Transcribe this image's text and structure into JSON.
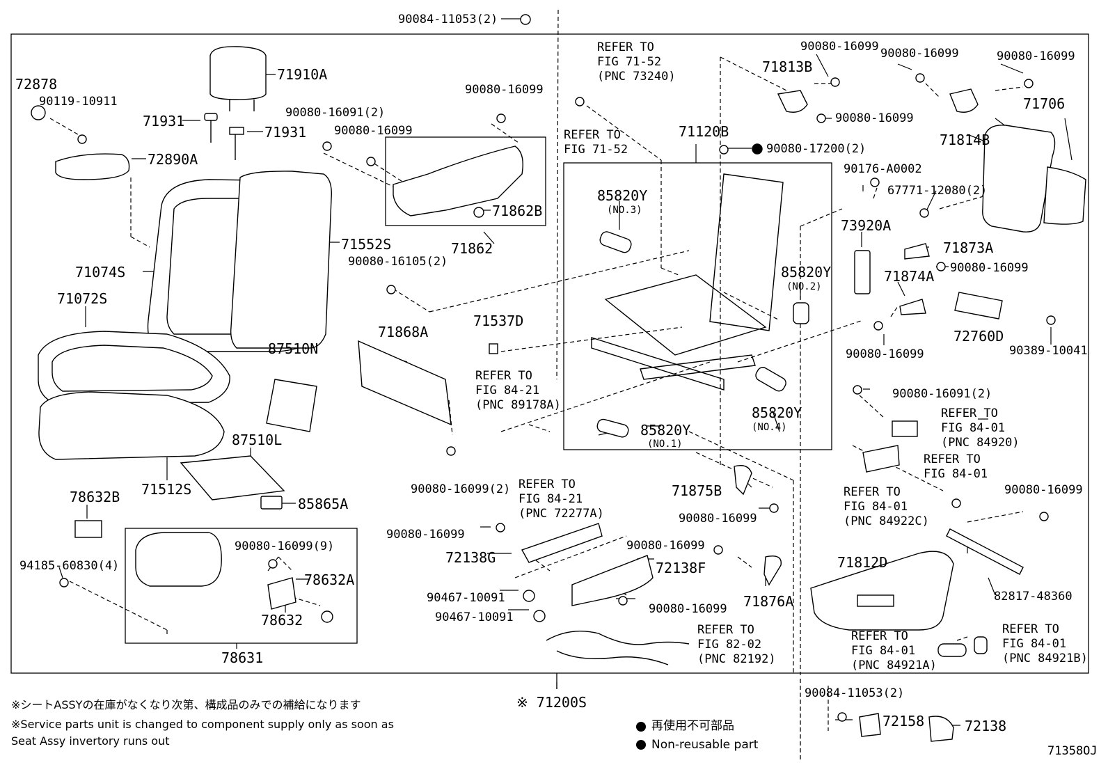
{
  "diagram": {
    "figure_code": "71358OJ",
    "asterisk_part": "※ 71200S",
    "notes": {
      "jp": "※シートASSYの在庫がなくなり次第、構成品のみでの補給になります",
      "en_line1": "※Service parts unit is changed to component supply only as soon as",
      "en_line2": "Seat Assy invertory runs out"
    },
    "legend": {
      "jp": "再使用不可部品",
      "en": "Non-reusable part"
    },
    "labels": {
      "p90084_top": "90084-11053(2)",
      "p72878": "72878",
      "p90119": "90119-10911",
      "p72890A": "72890A",
      "p71910A": "71910A",
      "p71931a": "71931",
      "p71931b": "71931",
      "p90080_16091_2": "90080-16091(2)",
      "p90080_16099_a": "90080-16099",
      "p90080_16099_b": "90080-16099",
      "p71862B": "71862B",
      "p71862": "71862",
      "p71552S": "71552S",
      "p90080_16105": "90080-16105(2)",
      "p71074S": "71074S",
      "p71072S": "71072S",
      "p87510N": "87510N",
      "p71868A": "71868A",
      "p71537D": "71537D",
      "p87510L": "87510L",
      "p71512S": "71512S",
      "p85865A": "85865A",
      "p78632B": "78632B",
      "p94185": "94185-60830(4)",
      "p90080_9": "90080-16099(9)",
      "p78632A": "78632A",
      "p78632": "78632",
      "p78631": "78631",
      "p90080_16099_2": "90080-16099(2)",
      "p90080_16099_c": "90080-16099",
      "p72138G": "72138G",
      "p90467_a": "90467-10091",
      "p90467_b": "90467-10091",
      "p72138F": "72138F",
      "p90080_16099_d": "90080-16099",
      "p90080_16099_e": "90080-16099",
      "p71120B": "71120B",
      "p90080_17200": "90080-17200(2)",
      "p85820Y_1": "85820Y",
      "p85820Y_1n": "(NO.3)",
      "p85820Y_2": "85820Y",
      "p85820Y_2n": "(NO.2)",
      "p85820Y_3": "85820Y",
      "p85820Y_3n": "(NO.1)",
      "p85820Y_4": "85820Y",
      "p85820Y_4n": "(NO.4)",
      "p71875B": "71875B",
      "p90080_16099_f": "90080-16099",
      "p90080_16099_g": "90080-16099",
      "p71876A": "71876A",
      "p71813B": "71813B",
      "p90080_16099_h": "90080-16099",
      "p90080_16099_i": "90080-16099",
      "p90080_16099_j": "90080-16099",
      "p90080_16099_k": "90080-16099",
      "p71814B": "71814B",
      "p71706": "71706",
      "p90176": "90176-A0002",
      "p67771": "67771-12080(2)",
      "p73920A": "73920A",
      "p71873A": "71873A",
      "p90080_16099_l": "90080-16099",
      "p71874A": "71874A",
      "p90080_16099_m": "90080-16099",
      "p72760D": "72760D",
      "p90389": "90389-10041",
      "p90080_16091_2b": "90080-16091(2)",
      "p90080_16099_n": "90080-16099",
      "p71812D": "71812D",
      "p82817": "82817-48360",
      "p90084_bottom": "90084-11053(2)",
      "p72158": "72158",
      "p72138": "72138"
    },
    "refs": {
      "r71_52_73240": "REFER TO\nFIG 71-52\n(PNC 73240)",
      "r71_52": "REFER TO\nFIG 71-52",
      "r84_21_89178A": "REFER TO\nFIG 84-21\n(PNC 89178A)",
      "r84_21_72277A": "REFER TO\nFIG 84-21\n(PNC 72277A)",
      "r82_02": "REFER TO\nFIG 82-02\n(PNC 82192)",
      "r84_01_84920": "REFER TO\nFIG 84-01\n(PNC 84920)",
      "r84_01": "REFER TO\nFIG 84-01",
      "r84_01_84922C": "REFER TO\nFIG 84-01\n(PNC 84922C)",
      "r84_01_84921A": "REFER TO\nFIG 84-01\n(PNC 84921A)",
      "r84_01_84921B": "REFER TO\nFIG 84-01\n(PNC 84921B)"
    }
  }
}
